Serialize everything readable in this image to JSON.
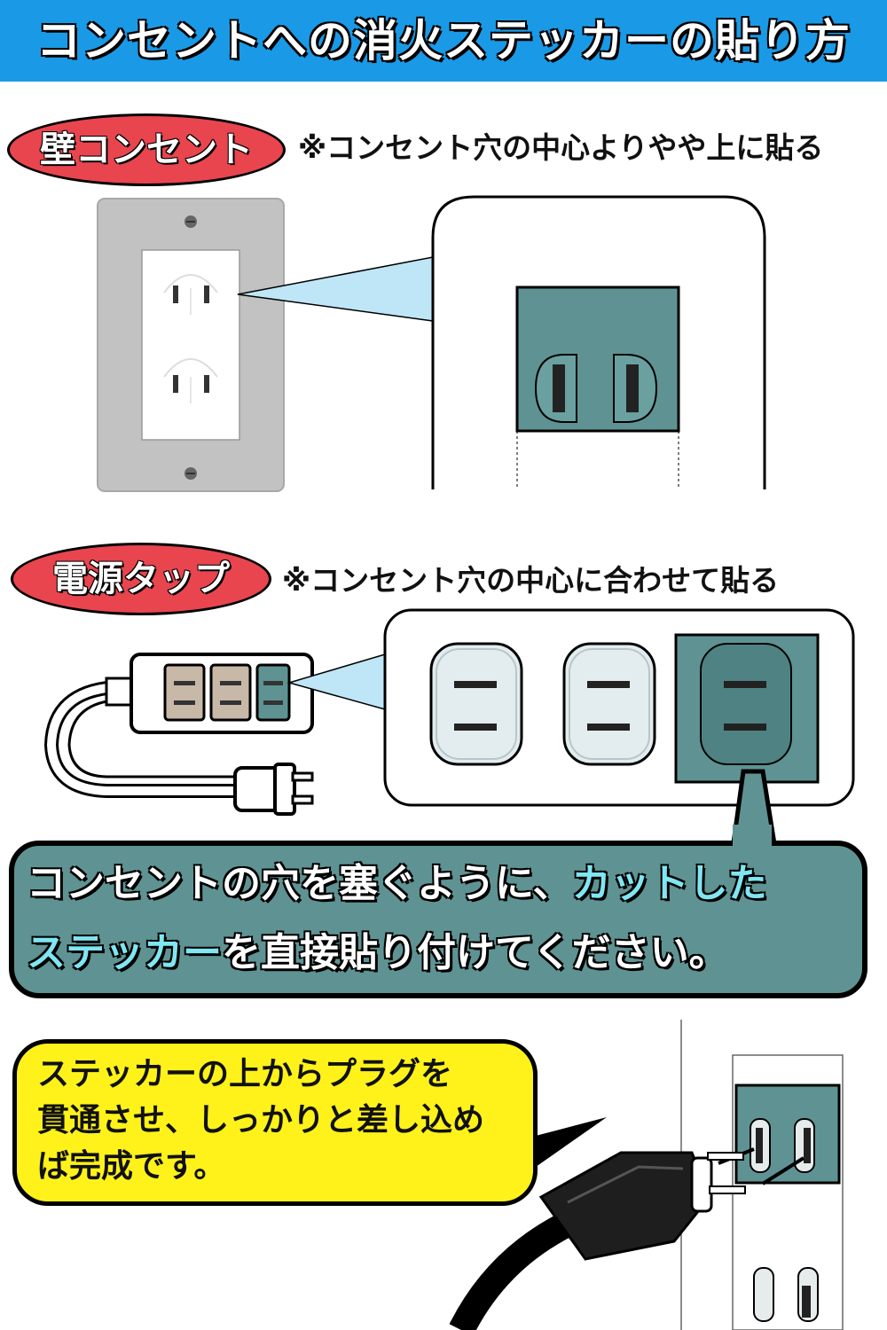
{
  "header": {
    "title": "コンセントへの消火ステッカーの貼り方",
    "bg_color": "#1a9ae6"
  },
  "wall_section": {
    "label": "壁コンセント",
    "note": "※コンセント穴の中心よりやや上に貼る"
  },
  "strip_section": {
    "label": "電源タップ",
    "note": "※コンセント穴の中心に合わせて貼る"
  },
  "banner": {
    "line1_a": "コンセントの穴を塞ぐように、",
    "line1_b": "カットした",
    "line2_a": "ステッカー",
    "line2_b": "を直接貼り付けてください。"
  },
  "finish_note": {
    "line1": "ステッカーの上からプラグを",
    "line2": "貫通させ、しっかりと差し込め",
    "line3": "ば完成です。"
  },
  "colors": {
    "accent_red": "#e8454f",
    "sticker_teal": "#5f9393",
    "highlight_cyan": "#7fe6f2",
    "callout_yellow": "#fff21a"
  }
}
